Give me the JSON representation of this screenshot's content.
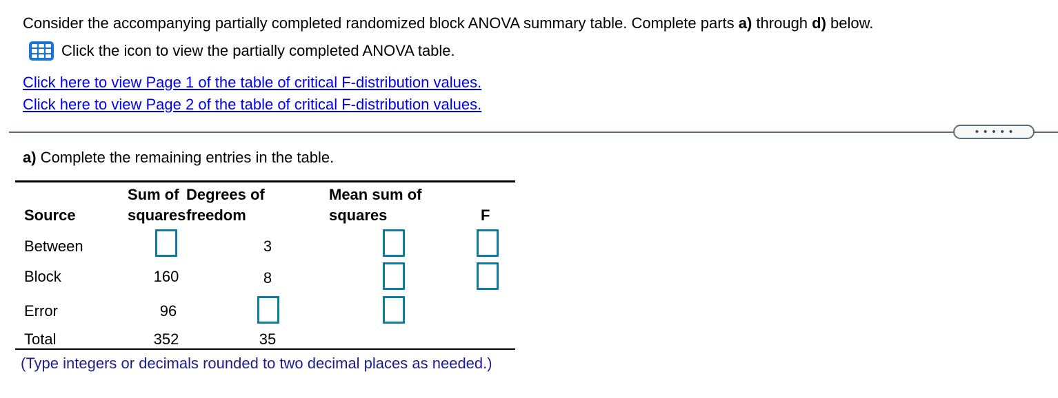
{
  "problem": {
    "intro_prefix": "Consider the accompanying partially completed randomized block ANOVA summary table. Complete parts ",
    "part_a_label": "a)",
    "intro_middle": " through ",
    "part_d_label": "d)",
    "intro_suffix": " below.",
    "icon_caption": "Click the icon to view the partially completed ANOVA table."
  },
  "links": {
    "page1": "Click here to view Page 1 of the table of critical F-distribution values.",
    "page2": "Click here to view Page 2 of the table of critical F-distribution values."
  },
  "divider": {
    "handle_dots": "•••••"
  },
  "section_a": {
    "label": "a)",
    "text": " Complete the remaining entries in the table."
  },
  "table": {
    "headers": {
      "source": "Source",
      "sum_of_squares": [
        "Sum of",
        "squares"
      ],
      "degrees_of_freedom": [
        "Degrees of",
        "freedom"
      ],
      "mean_sum_of_squares": [
        "Mean sum of",
        "squares"
      ],
      "f": "F"
    },
    "rows": [
      {
        "source": "Between",
        "sum_of_squares": null,
        "degrees_of_freedom": "3",
        "mean_sum_of_squares": null,
        "f": null
      },
      {
        "source": "Block",
        "sum_of_squares": "160",
        "degrees_of_freedom": "8",
        "mean_sum_of_squares": null,
        "f": null
      },
      {
        "source": "Error",
        "sum_of_squares": "96",
        "degrees_of_freedom": null,
        "mean_sum_of_squares": null
      },
      {
        "source": "Total",
        "sum_of_squares": "352",
        "degrees_of_freedom": "35"
      }
    ]
  },
  "instruction": "(Type integers or decimals rounded to two decimal places as needed.)",
  "colors": {
    "link_blue": "#0000ee",
    "answer_box_teal": "#0e7c9e",
    "instruction_navy": "#1c1c8f",
    "divider_slate": "#5b6b76",
    "icon_blue": "#1b76d2",
    "table_border_black": "#000000"
  }
}
